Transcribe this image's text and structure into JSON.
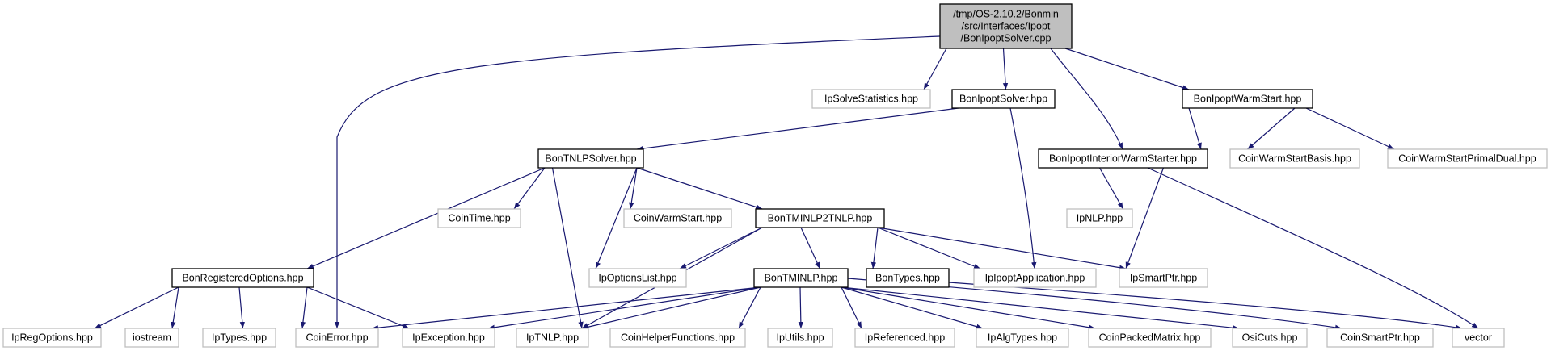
{
  "colors": {
    "edge": "#191970",
    "root_fill": "#bfbfbf",
    "root_border": "#000000",
    "documented_border": "#000000",
    "undocumented_border": "#bfbfbf",
    "node_fill": "#ffffff"
  },
  "nodes": [
    {
      "id": "root",
      "lines": [
        "/tmp/OS-2.10.2/Bonmin",
        "/src/Interfaces/Ipopt",
        "/BonIpoptSolver.cpp"
      ],
      "style": "root"
    },
    {
      "id": "ipsolvestatistics",
      "lines": [
        "IpSolveStatistics.hpp"
      ],
      "style": "external"
    },
    {
      "id": "bonipoptsolver",
      "lines": [
        "BonIpoptSolver.hpp"
      ],
      "style": "documented"
    },
    {
      "id": "bonipoptwarmstart",
      "lines": [
        "BonIpoptWarmStart.hpp"
      ],
      "style": "documented"
    },
    {
      "id": "bontnlpsolver",
      "lines": [
        "BonTNLPSolver.hpp"
      ],
      "style": "documented"
    },
    {
      "id": "bonipoptinteriorwarmstarter",
      "lines": [
        "BonIpoptInteriorWarmStarter.hpp"
      ],
      "style": "documented"
    },
    {
      "id": "coinwarmstartbasis",
      "lines": [
        "CoinWarmStartBasis.hpp"
      ],
      "style": "external"
    },
    {
      "id": "coinwarmstartprimaldual",
      "lines": [
        "CoinWarmStartPrimalDual.hpp"
      ],
      "style": "external"
    },
    {
      "id": "cointime",
      "lines": [
        "CoinTime.hpp"
      ],
      "style": "external"
    },
    {
      "id": "coinwarmstart",
      "lines": [
        "CoinWarmStart.hpp"
      ],
      "style": "external"
    },
    {
      "id": "bontminlp2tnlp",
      "lines": [
        "BonTMINLP2TNLP.hpp"
      ],
      "style": "documented"
    },
    {
      "id": "ipnlp",
      "lines": [
        "IpNLP.hpp"
      ],
      "style": "external"
    },
    {
      "id": "bonregisteredoptions",
      "lines": [
        "BonRegisteredOptions.hpp"
      ],
      "style": "documented"
    },
    {
      "id": "ipoptionslist",
      "lines": [
        "IpOptionsList.hpp"
      ],
      "style": "external"
    },
    {
      "id": "bontminlp",
      "lines": [
        "BonTMINLP.hpp"
      ],
      "style": "documented"
    },
    {
      "id": "bontypes",
      "lines": [
        "BonTypes.hpp"
      ],
      "style": "documented"
    },
    {
      "id": "ipipoptapplication",
      "lines": [
        "IpIpoptApplication.hpp"
      ],
      "style": "external"
    },
    {
      "id": "ipsmartptr",
      "lines": [
        "IpSmartPtr.hpp"
      ],
      "style": "external"
    },
    {
      "id": "ipregoptions",
      "lines": [
        "IpRegOptions.hpp"
      ],
      "style": "external"
    },
    {
      "id": "iostream",
      "lines": [
        "iostream"
      ],
      "style": "external"
    },
    {
      "id": "iptypes",
      "lines": [
        "IpTypes.hpp"
      ],
      "style": "external"
    },
    {
      "id": "coinerror",
      "lines": [
        "CoinError.hpp"
      ],
      "style": "external"
    },
    {
      "id": "ipexception",
      "lines": [
        "IpException.hpp"
      ],
      "style": "external"
    },
    {
      "id": "iptnlp",
      "lines": [
        "IpTNLP.hpp"
      ],
      "style": "external"
    },
    {
      "id": "coinhelperfunctions",
      "lines": [
        "CoinHelperFunctions.hpp"
      ],
      "style": "external"
    },
    {
      "id": "iputils",
      "lines": [
        "IpUtils.hpp"
      ],
      "style": "external"
    },
    {
      "id": "ipreferenced",
      "lines": [
        "IpReferenced.hpp"
      ],
      "style": "external"
    },
    {
      "id": "ipalgtypes",
      "lines": [
        "IpAlgTypes.hpp"
      ],
      "style": "external"
    },
    {
      "id": "coinpackedmatrix",
      "lines": [
        "CoinPackedMatrix.hpp"
      ],
      "style": "external"
    },
    {
      "id": "osicuts",
      "lines": [
        "OsiCuts.hpp"
      ],
      "style": "external"
    },
    {
      "id": "coinsmartptr",
      "lines": [
        "CoinSmartPtr.hpp"
      ],
      "style": "external"
    },
    {
      "id": "vector",
      "lines": [
        "vector"
      ],
      "style": "external"
    }
  ],
  "edges": [
    [
      "root",
      "coinerror"
    ],
    [
      "root",
      "ipsolvestatistics"
    ],
    [
      "root",
      "bonipoptsolver"
    ],
    [
      "root",
      "bonipoptinteriorwarmstarter"
    ],
    [
      "root",
      "bonipoptwarmstart"
    ],
    [
      "bonipoptsolver",
      "bontnlpsolver"
    ],
    [
      "bonipoptsolver",
      "ipipoptapplication"
    ],
    [
      "bonipoptwarmstart",
      "bonipoptinteriorwarmstarter"
    ],
    [
      "bonipoptwarmstart",
      "coinwarmstartbasis"
    ],
    [
      "bonipoptwarmstart",
      "coinwarmstartprimaldual"
    ],
    [
      "bontnlpsolver",
      "bonregisteredoptions"
    ],
    [
      "bontnlpsolver",
      "cointime"
    ],
    [
      "bontnlpsolver",
      "coinwarmstart"
    ],
    [
      "bontnlpsolver",
      "bontminlp2tnlp"
    ],
    [
      "bontnlpsolver",
      "ipoptionslist"
    ],
    [
      "bontnlpsolver",
      "iptnlp"
    ],
    [
      "bonipoptinteriorwarmstarter",
      "ipnlp"
    ],
    [
      "bonipoptinteriorwarmstarter",
      "ipsmartptr"
    ],
    [
      "bonipoptinteriorwarmstarter",
      "vector"
    ],
    [
      "bontminlp2tnlp",
      "ipoptionslist"
    ],
    [
      "bontminlp2tnlp",
      "bontminlp"
    ],
    [
      "bontminlp2tnlp",
      "bontypes"
    ],
    [
      "bontminlp2tnlp",
      "ipipoptapplication"
    ],
    [
      "bontminlp2tnlp",
      "ipsmartptr"
    ],
    [
      "bontminlp2tnlp",
      "iptnlp"
    ],
    [
      "bonregisteredoptions",
      "ipregoptions"
    ],
    [
      "bonregisteredoptions",
      "iostream"
    ],
    [
      "bonregisteredoptions",
      "iptypes"
    ],
    [
      "bonregisteredoptions",
      "coinerror"
    ],
    [
      "bonregisteredoptions",
      "ipexception"
    ],
    [
      "bontminlp",
      "coinerror"
    ],
    [
      "bontminlp",
      "ipexception"
    ],
    [
      "bontminlp",
      "iptnlp"
    ],
    [
      "bontminlp",
      "coinhelperfunctions"
    ],
    [
      "bontminlp",
      "iputils"
    ],
    [
      "bontminlp",
      "ipreferenced"
    ],
    [
      "bontminlp",
      "ipalgtypes"
    ],
    [
      "bontminlp",
      "coinpackedmatrix"
    ],
    [
      "bontminlp",
      "osicuts"
    ],
    [
      "bontminlp",
      "coinsmartptr"
    ],
    [
      "bontypes",
      "vector"
    ]
  ]
}
